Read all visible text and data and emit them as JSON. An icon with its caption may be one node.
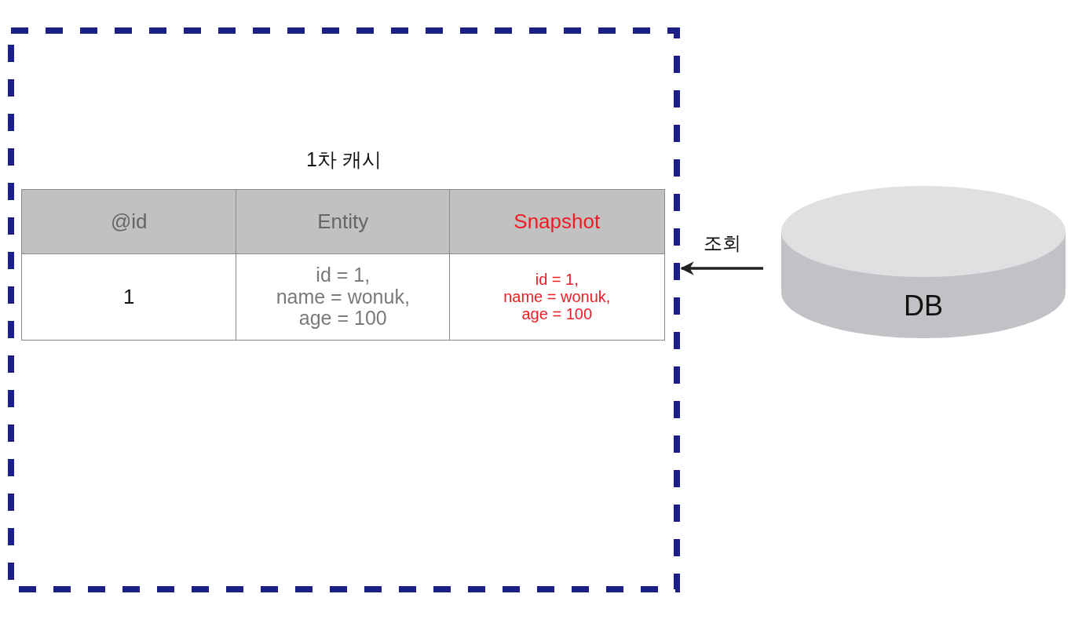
{
  "diagram": {
    "nodes": [
      {
        "text": [
          "1차 캐시"
        ]
      },
      {
        "text": [
          "DB"
        ]
      }
    ],
    "edges": [
      {
        "from": 1,
        "to": 0,
        "arrow": "to",
        "label": "조회"
      }
    ],
    "labels": [
      "@id",
      "Entity",
      "Snapshot",
      "1",
      "id = 1, name = wonuk, age = 100",
      "id = 1, name = wonuk, age = 100"
    ]
  }
}
